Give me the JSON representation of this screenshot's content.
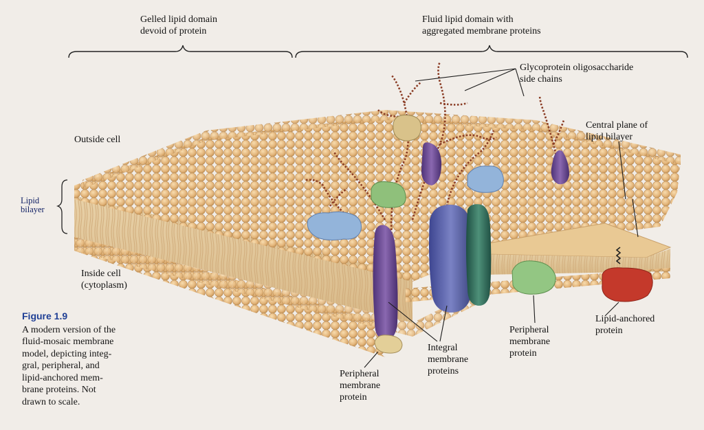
{
  "labels": {
    "gelled_domain": [
      "Gelled lipid domain",
      "devoid of protein"
    ],
    "fluid_domain": [
      "Fluid lipid domain with",
      "aggregated membrane proteins"
    ],
    "glycoprotein": [
      "Glycoprotein oligosaccharide",
      "side chains"
    ],
    "outside_cell": "Outside cell",
    "central_plane": [
      "Central plane of",
      "lipid bilayer"
    ],
    "lipid_bilayer": [
      "Lipid",
      "bilayer"
    ],
    "inside_cell": [
      "Inside cell",
      "(cytoplasm)"
    ],
    "peripheral_right": [
      "Peripheral",
      "membrane",
      "protein"
    ],
    "lipid_anchored": [
      "Lipid-anchored",
      "protein"
    ],
    "integral": [
      "Integral",
      "membrane",
      "proteins"
    ],
    "peripheral_bottom": [
      "Peripheral",
      "membrane",
      "protein"
    ]
  },
  "caption": {
    "title": "Figure 1.9",
    "lines": [
      "A modern version of the",
      "fluid-mosaic membrane",
      "model, depicting integ-",
      "gral, peripheral, and",
      "lipid-anchored mem-",
      "brane proteins. Not",
      "drawn to scale."
    ]
  },
  "colors": {
    "lipid_head": "#e8c08a",
    "lipid_tail": "#d9b98a",
    "integral_blue": "#5a63a8",
    "integral_green": "#2f6e5e",
    "peripheral_purple": "#6a4a8e",
    "peripheral_green": "#8cbf7a",
    "lipid_anchored_red": "#c2392c",
    "glyco_protein_blue": "#8fb0d8",
    "sugar_chain": "#a24a2a"
  }
}
